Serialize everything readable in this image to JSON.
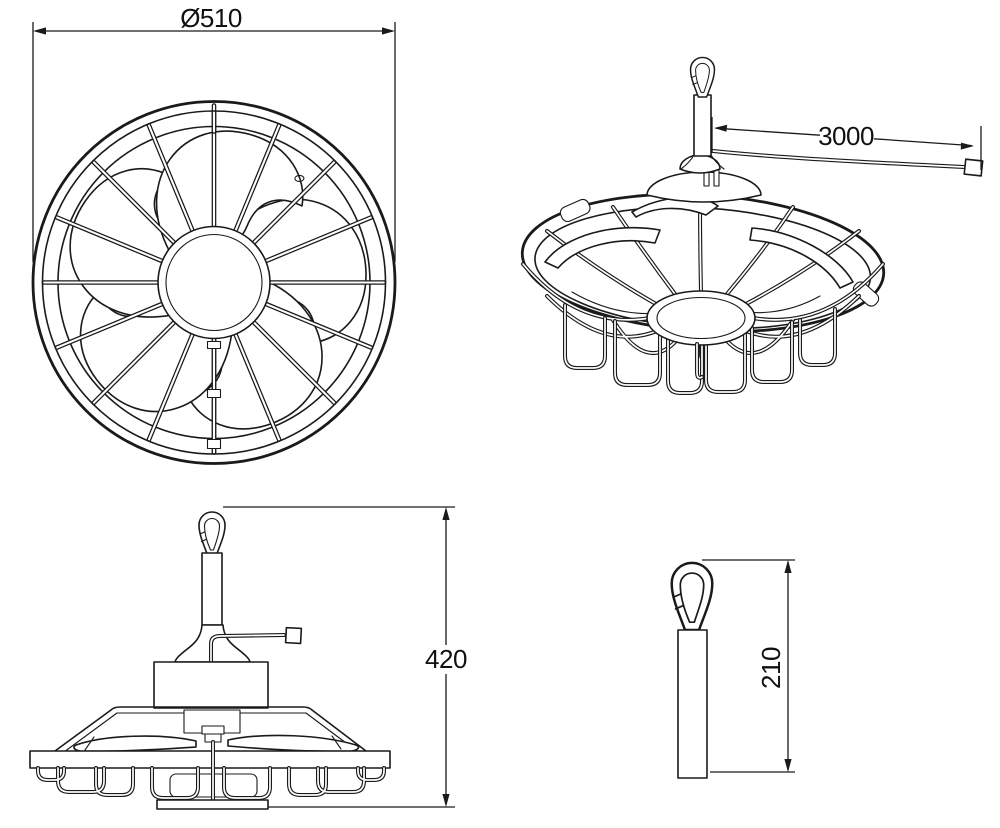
{
  "drawing": {
    "background": "#ffffff",
    "line_color": "#1a1a1a",
    "dimensions": {
      "front_diameter_label": "Ø510",
      "cable_length_label": "3000",
      "overall_height_label": "420",
      "hanger_height_label": "210"
    }
  }
}
